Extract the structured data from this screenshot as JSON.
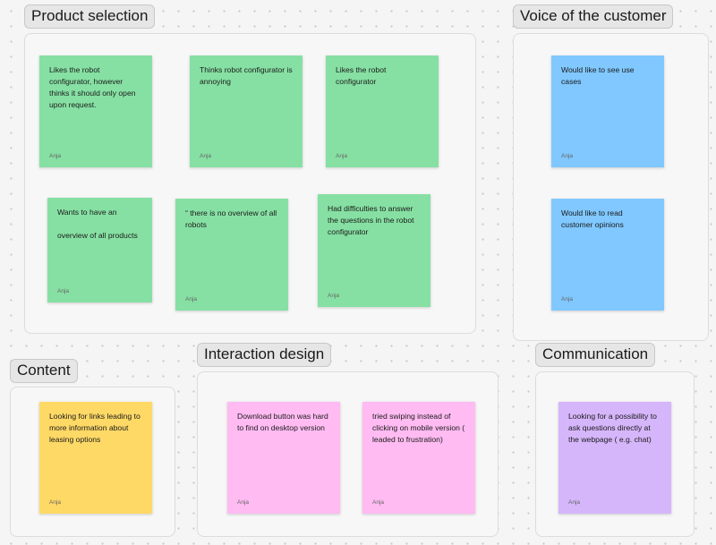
{
  "sections": {
    "product_selection": "Product selection",
    "voice_of_customer": "Voice of the customer",
    "content": "Content",
    "interaction_design": "Interaction design",
    "communication": "Communication"
  },
  "colors": {
    "green": "#86e0a3",
    "blue": "#80c8ff",
    "yellow": "#ffd966",
    "pink": "#ffbbf2",
    "purple": "#d6b6fb"
  },
  "notes": [
    {
      "text": "Likes the robot configurator, however thinks it should only open upon request.",
      "author": "Anja",
      "color": "green"
    },
    {
      "text": "Thinks robot configurator is annoying",
      "author": "Anja",
      "color": "green"
    },
    {
      "text": "Likes the robot configurator",
      "author": "Anja",
      "color": "green"
    },
    {
      "text": "Wants to have an\n\noverview of all products",
      "author": "Anja",
      "color": "green"
    },
    {
      "text": "“ there is no overview of all robots",
      "author": "Anja",
      "color": "green"
    },
    {
      "text": "Had difficulties to answer the questions in the robot configurator",
      "author": "Anja",
      "color": "green"
    },
    {
      "text": "Would like to see use cases",
      "author": "Anja",
      "color": "blue"
    },
    {
      "text": "Would like to read customer opinions",
      "author": "Anja",
      "color": "blue"
    },
    {
      "text": "Looking for links leading to more information about leasing options",
      "author": "Anja",
      "color": "yellow"
    },
    {
      "text": "Download button was hard to find on desktop version",
      "author": "Anja",
      "color": "pink"
    },
    {
      "text": "tried swiping instead of clicking on mobile version ( leaded to frustration)",
      "author": "Anja",
      "color": "pink"
    },
    {
      "text": "Looking for a possibility to ask questions directly at the webpage ( e.g. chat)",
      "author": "Anja",
      "color": "purple"
    }
  ]
}
